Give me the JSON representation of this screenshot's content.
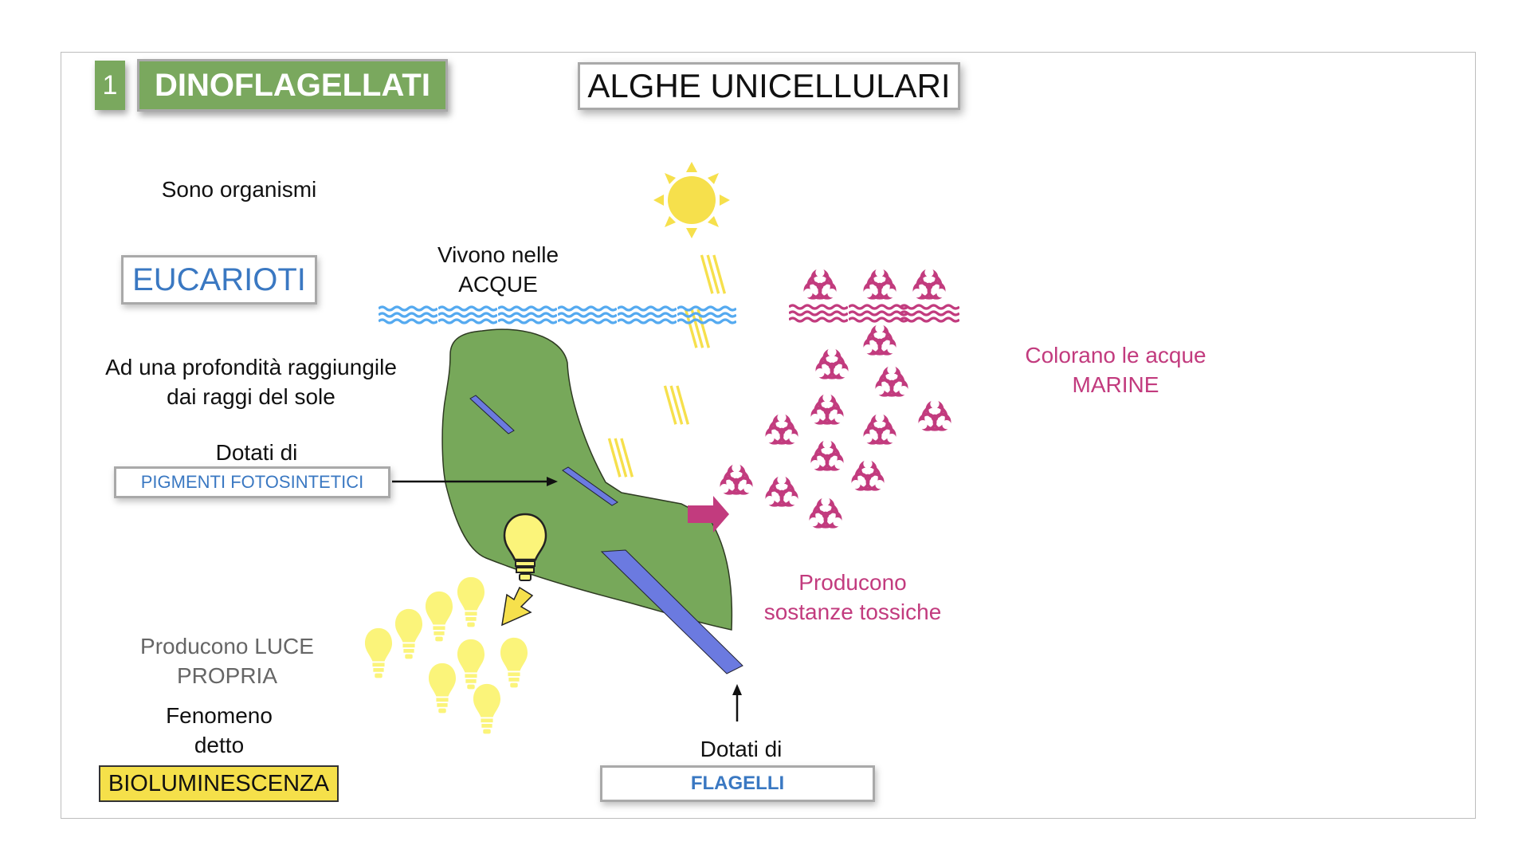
{
  "header": {
    "number": "1",
    "title": "DINOFLAGELLATI",
    "heading": "ALGHE UNICELLULARI"
  },
  "left": {
    "sono": "Sono organismi",
    "eucarioti": "EUCARIOTI",
    "profondita_line1": "Ad una profondità raggiungile",
    "profondita_line2": "dai raggi del sole",
    "dotati_pigmenti": "Dotati di",
    "pigmenti": "PIGMENTI FOTOSINTETICI",
    "luce_line1": "Producono LUCE",
    "luce_line2": "PROPRIA",
    "fenomeno_line1": "Fenomeno",
    "fenomeno_line2": "detto",
    "bioluminescenza": "BIOLUMINESCENZA"
  },
  "center": {
    "vivono_line1": "Vivono nelle",
    "vivono_line2": "ACQUE",
    "dotati_flagelli": "Dotati di",
    "flagelli": "FLAGELLI"
  },
  "right": {
    "tossiche_line1": "Producono",
    "tossiche_line2": "sostanze tossiche",
    "colorano_line1": "Colorano le acque",
    "colorano_line2": "MARINE"
  },
  "icons": [
    "sun-icon",
    "water-waves-icon",
    "biohazard-icon",
    "light-bulb-icon",
    "arrow-icon"
  ],
  "colors": {
    "green": "#7aa85e",
    "cell_green": "#77a85a",
    "blue_text": "#3a78c2",
    "pink": "#c23b7e",
    "sun": "#f6e04c",
    "bulb": "#fbf47a",
    "flagellum": "#6b7ae0",
    "water": "#55aaf0"
  }
}
